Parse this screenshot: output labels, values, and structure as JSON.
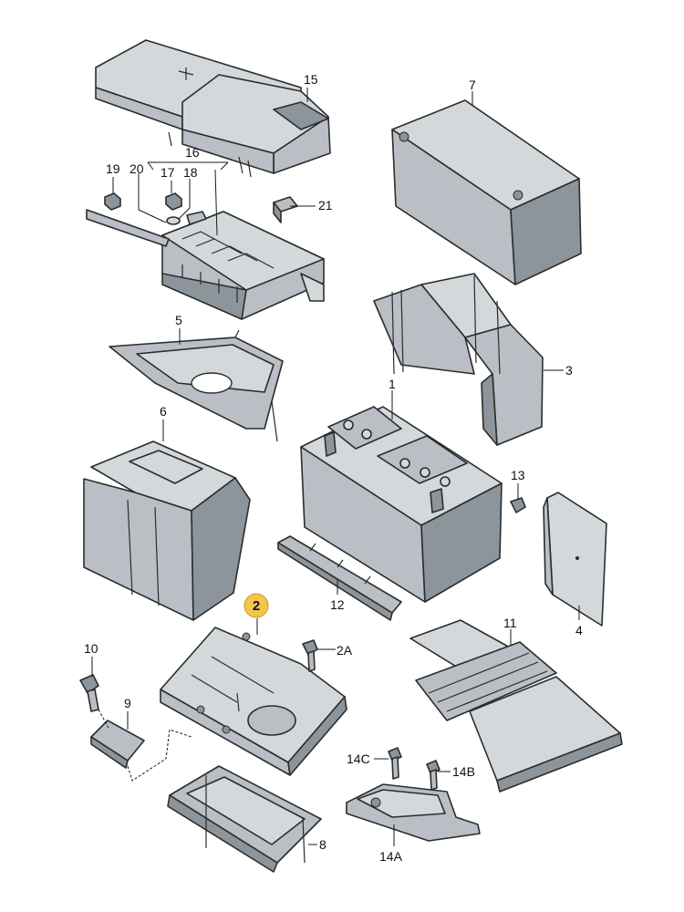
{
  "callouts": {
    "c1": "1",
    "c2": "2",
    "c2a": "2A",
    "c3": "3",
    "c4": "4",
    "c5": "5",
    "c6": "6",
    "c7": "7",
    "c8": "8",
    "c9": "9",
    "c10": "10",
    "c11": "11",
    "c12": "12",
    "c13": "13",
    "c14a": "14A",
    "c14b": "14B",
    "c14c": "14C",
    "c15": "15",
    "c16": "16",
    "c17": "17",
    "c18": "18",
    "c19": "19",
    "c20": "20",
    "c21": "21"
  },
  "colors": {
    "highlight_badge": "#f3c64b",
    "part_fill": "#b9bfc4",
    "outline": "#2c2c2c"
  }
}
